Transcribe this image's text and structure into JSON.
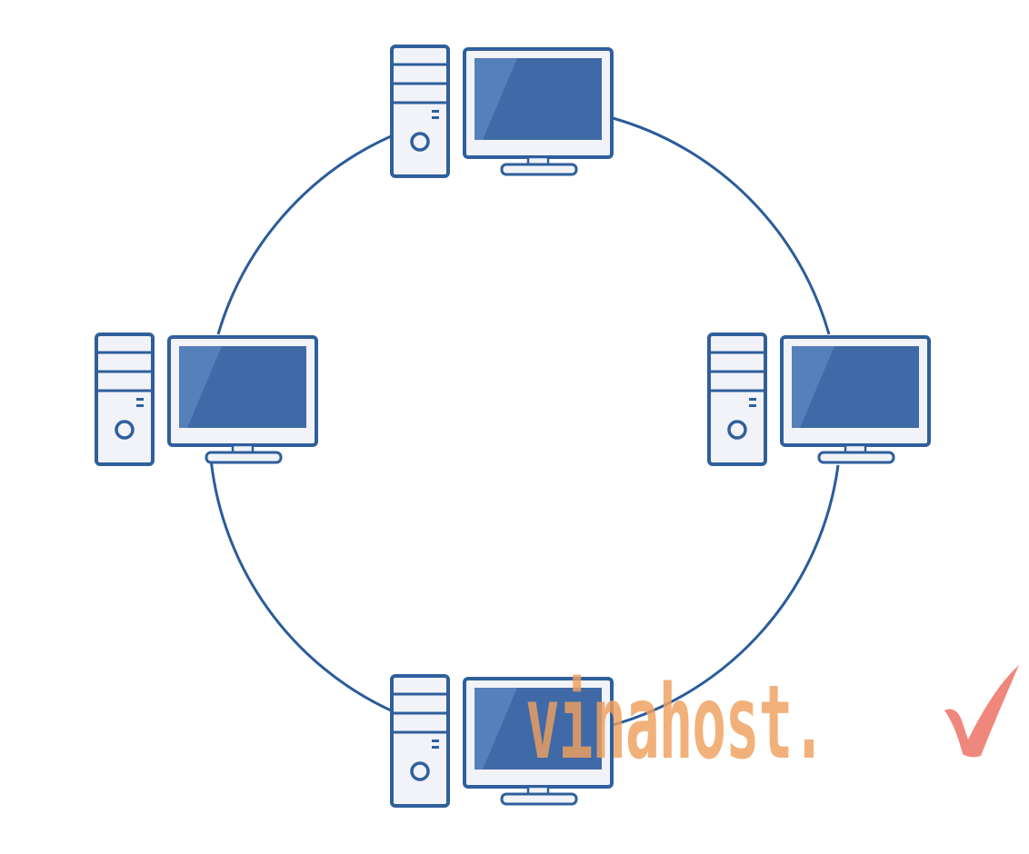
{
  "diagram": {
    "topology": "ring",
    "nodes": [
      {
        "id": "computer-top",
        "icon": "desktop-computer-icon"
      },
      {
        "id": "computer-left",
        "icon": "desktop-computer-icon"
      },
      {
        "id": "computer-right",
        "icon": "desktop-computer-icon"
      },
      {
        "id": "computer-bottom",
        "icon": "desktop-computer-icon"
      }
    ],
    "edges": [
      [
        "computer-top",
        "computer-right"
      ],
      [
        "computer-right",
        "computer-bottom"
      ],
      [
        "computer-bottom",
        "computer-left"
      ],
      [
        "computer-left",
        "computer-top"
      ]
    ],
    "colors": {
      "line": "#2a5c9a",
      "outline": "#2f5f9c",
      "screen": "#3f6aa7",
      "screen_highlight": "#5580ba",
      "case_fill": "#f1f3f8"
    }
  },
  "watermark": {
    "text": "vinahost.",
    "text_color": "#f0a05e",
    "check_color": "#ee7a6e",
    "icon": "checkmark-logo-icon"
  }
}
